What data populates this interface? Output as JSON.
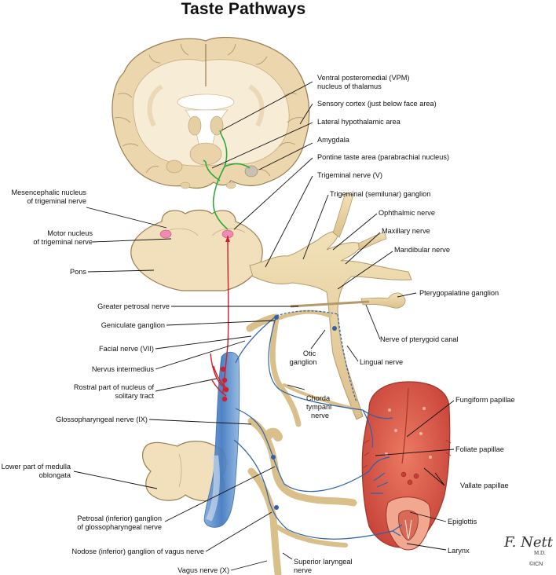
{
  "title": "Taste Pathways",
  "labels": {
    "vpm": "Ventral posteromedial (VPM)",
    "vpm2": "nucleus of thalamus",
    "sensory_cortex": "Sensory cortex (just below face area)",
    "lateral_hypothalamic": "Lateral hypothalamic area",
    "amygdala": "Amygdala",
    "pontine_taste": "Pontine taste area (parabrachial nucleus)",
    "trigeminal_nerve": "Trigeminal nerve (V)",
    "trigeminal_ganglion": "Trigeminal (semilunar) ganglion",
    "ophthalmic": "Ophthalmic nerve",
    "maxillary": "Maxillary nerve",
    "mandibular": "Mandibular nerve",
    "pterygopalatine": "Pterygopalatine ganglion",
    "nerve_pterygoid": "Nerve of pterygoid canal",
    "lingual": "Lingual nerve",
    "otic": "Otic",
    "otic2": "ganglion",
    "chorda": "Chorda",
    "chorda2": "tympani",
    "chorda3": "nerve",
    "fungiform": "Fungiform papillae",
    "foliate": "Foliate papillae",
    "vallate": "Vallate papillae",
    "epiglottis": "Epiglottis",
    "larynx": "Larynx",
    "superior_laryngeal": "Superior laryngeal",
    "superior_laryngeal2": "nerve",
    "mesencephalic": "Mesencephalic nucleus",
    "mesencephalic2": "of trigeminal nerve",
    "motor_nucleus": "Motor nucleus",
    "motor_nucleus2": "of trigeminal nerve",
    "pons": "Pons",
    "greater_petrosal": "Greater petrosal nerve",
    "geniculate": "Geniculate ganglion",
    "facial": "Facial nerve (VII)",
    "nervus_intermedius": "Nervus intermedius",
    "rostral": "Rostral part of nucleus of",
    "rostral2": "solitary tract",
    "glossopharyngeal": "Glossopharyngeal nerve (IX)",
    "lower_medulla": "Lower part of medulla",
    "lower_medulla2": "oblongata",
    "petrosal": "Petrosal (inferior) ganglion",
    "petrosal2": "of glossopharyngeal nerve",
    "nodose": "Nodose (inferior) ganglion of vagus nerve",
    "vagus": "Vagus nerve (X)"
  },
  "signature": {
    "name": "F. Netter",
    "suffix": "M.D.",
    "mark": "©ICN"
  },
  "colors": {
    "brain_tissue": "#efdcb8",
    "white_matter": "#f7ecd6",
    "nerve": "#e9d4a6",
    "nerve_outline": "#b49a6a",
    "taste_fiber_blue": "#2f62a8",
    "pathway_red": "#d21e2a",
    "pathway_green": "#2ea83a",
    "tongue": "#e2604a",
    "nucleus_pink": "#f08ab4"
  }
}
